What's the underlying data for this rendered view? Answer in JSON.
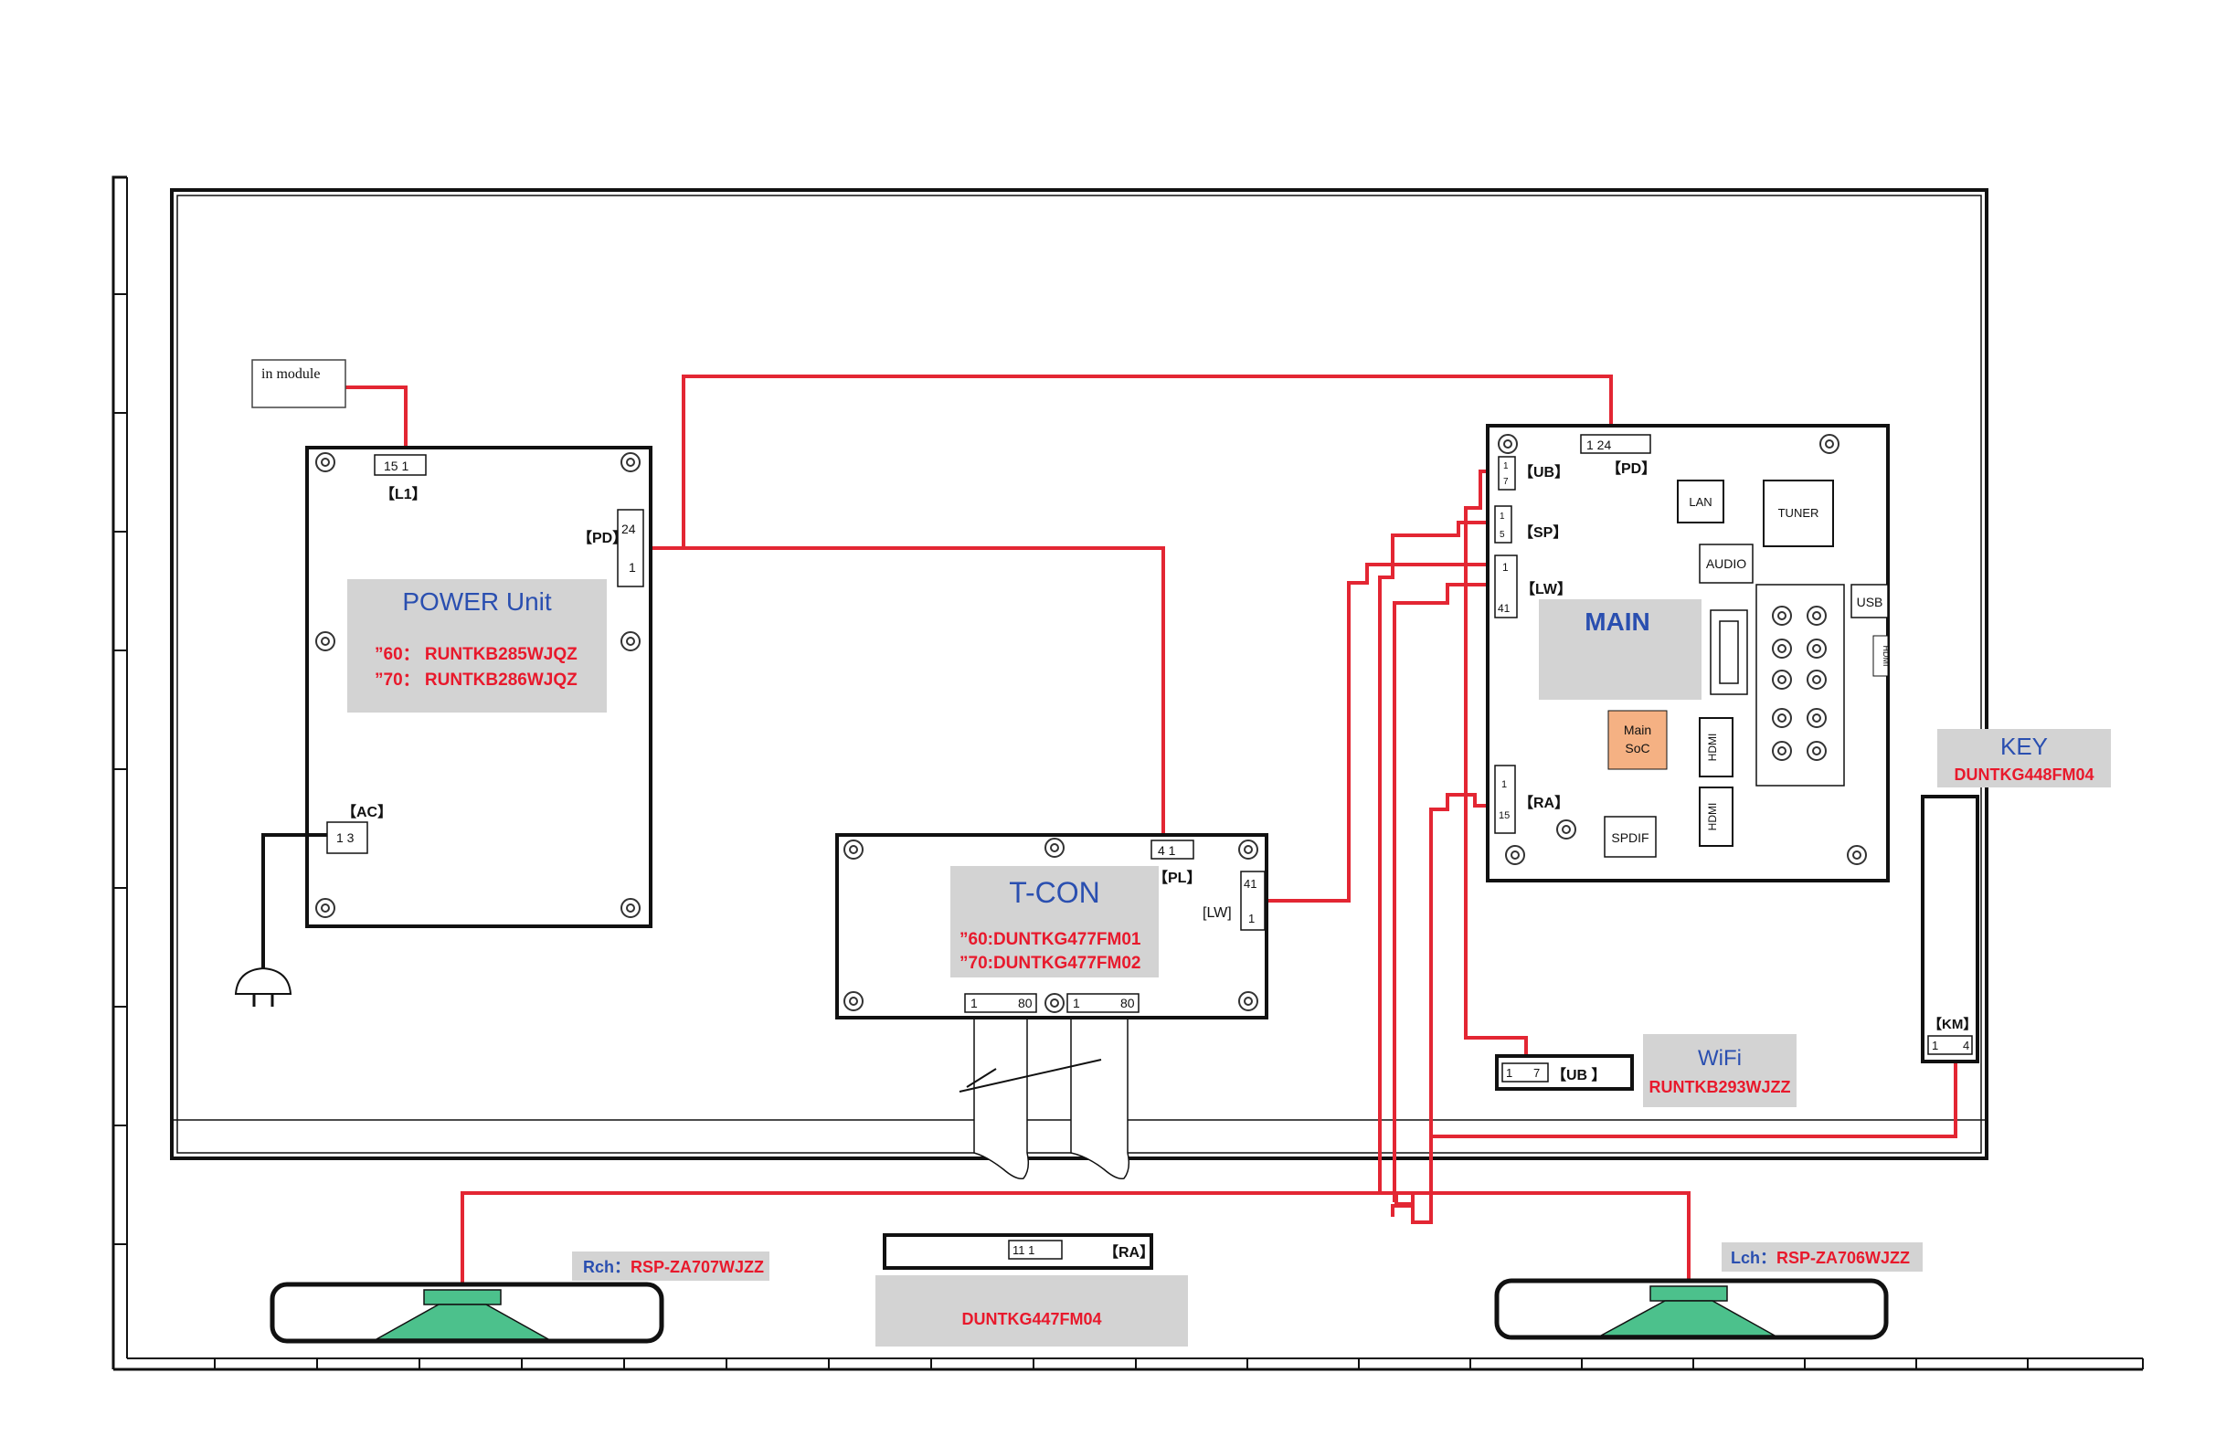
{
  "colors": {
    "wire": "#e32633",
    "label_blue": "#2a4fb0",
    "label_red": "#e8192c",
    "box_gray": "#d3d3d3",
    "soc_orange": "#f5b183",
    "speaker_green": "#4cc18c"
  },
  "in_module": "in module",
  "power": {
    "title": "POWER Unit",
    "part_60": "”60： RUNTKB285WJQZ",
    "part_70": "”70： RUNTKB286WJQZ",
    "l1": {
      "label": "【L1】",
      "pins": "15  1"
    },
    "pd": {
      "label": "【PD】",
      "pin_top": "24",
      "pin_bottom": "1"
    },
    "ac": {
      "label": "【AC】",
      "pins": "1 3"
    }
  },
  "tcon": {
    "title": "T-CON",
    "part_60": "”60:DUNTKG477FM01",
    "part_70": "”70:DUNTKG477FM02",
    "pl": {
      "label": "【PL】",
      "pins": "4  1"
    },
    "lw": {
      "label": "[LW]",
      "pin_top": "41",
      "pin_bottom": "1"
    },
    "lvds_left": {
      "pin_a": "1",
      "pin_b": "80"
    },
    "lvds_right": {
      "pin_a": "1",
      "pin_b": "80"
    }
  },
  "main": {
    "title": "MAIN",
    "pd": {
      "label": "【PD】",
      "pins": "1       24"
    },
    "ub": {
      "label": "【UB】",
      "pin_top": "1",
      "pin_bottom": "7"
    },
    "sp": {
      "label": "【SP】",
      "pin_top": "1",
      "pin_bottom": "5"
    },
    "lw": {
      "label": "【LW】",
      "pin_top": "1",
      "pin_bottom": "41"
    },
    "ra": {
      "label": "【RA】",
      "pin_top": "1",
      "pin_bottom": "15"
    },
    "lan": "LAN",
    "tuner": "TUNER",
    "audio": "AUDIO",
    "usb": "USB",
    "hdmi": "HDMI",
    "spdif": "SPDIF",
    "soc_line1": "Main",
    "soc_line2": "SoC"
  },
  "key": {
    "title": "KEY",
    "part": "DUNTKG448FM04",
    "km_label": "【KM】",
    "pin_a": "1",
    "pin_b": "4"
  },
  "wifi": {
    "title": "WiFi",
    "part": "RUNTKB293WJZZ",
    "ub_label": "【UB 】",
    "pin_a": "1",
    "pin_b": "7"
  },
  "ra_board": {
    "label": "【RA】",
    "pins": "11    1",
    "part": "DUNTKG447FM04"
  },
  "speaker_r": {
    "prefix": "Rch：",
    "part": "RSP-ZA707WJZZ"
  },
  "speaker_l": {
    "prefix": "Lch：",
    "part": "RSP-ZA706WJZZ"
  }
}
